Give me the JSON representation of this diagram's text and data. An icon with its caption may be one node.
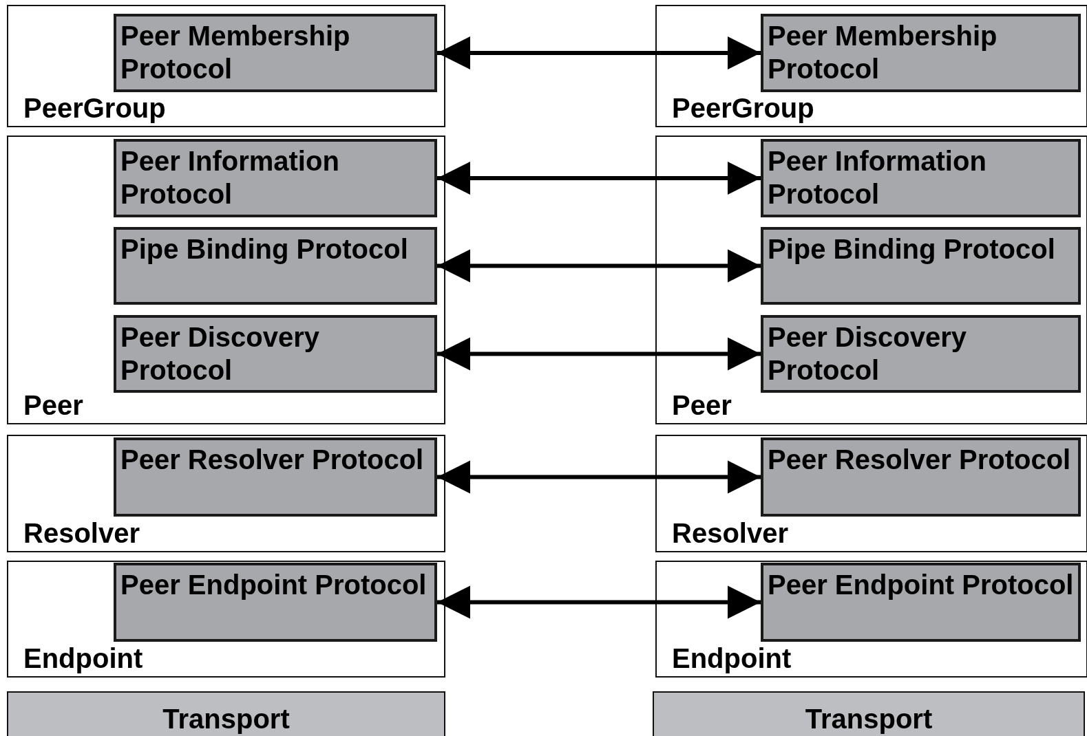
{
  "diagram": {
    "nodes": [
      {
        "text": [
          "PeerGroup"
        ]
      },
      {
        "text": [
          "Peer Membership Protocol"
        ],
        "in": 0
      },
      {
        "text": [
          "Peer"
        ]
      },
      {
        "text": [
          "Peer Information Protocol"
        ],
        "in": 2
      },
      {
        "text": [
          "Pipe Binding Protocol"
        ],
        "in": 2
      },
      {
        "text": [
          "Peer Discovery Protocol"
        ],
        "in": 2
      },
      {
        "text": [
          "Resolver"
        ]
      },
      {
        "text": [
          "Peer Resolver Protocol"
        ],
        "in": 6
      },
      {
        "text": [
          "Endpoint"
        ]
      },
      {
        "text": [
          "Peer Endpoint Protocol"
        ],
        "in": 8
      },
      {
        "text": [
          "Transport"
        ]
      },
      {
        "text": [
          "PeerGroup"
        ]
      },
      {
        "text": [
          "Peer Membership Protocol"
        ],
        "in": 11
      },
      {
        "text": [
          "Peer"
        ]
      },
      {
        "text": [
          "Peer Information Protocol"
        ],
        "in": 13
      },
      {
        "text": [
          "Pipe Binding Protocol"
        ],
        "in": 13
      },
      {
        "text": [
          "Peer Discovery Protocol"
        ],
        "in": 13
      },
      {
        "text": [
          "Resolver"
        ]
      },
      {
        "text": [
          "Peer Resolver Protocol"
        ],
        "in": 17
      },
      {
        "text": [
          "Endpoint"
        ]
      },
      {
        "text": [
          "Peer Endpoint Protocol"
        ],
        "in": 19
      },
      {
        "text": [
          "Transport"
        ]
      }
    ],
    "edges": [
      {
        "from": 1,
        "to": 12,
        "arrow": "both"
      },
      {
        "from": 3,
        "to": 14,
        "arrow": "both"
      },
      {
        "from": 4,
        "to": 15,
        "arrow": "both"
      },
      {
        "from": 5,
        "to": 16,
        "arrow": "both"
      },
      {
        "from": 7,
        "to": 18,
        "arrow": "both"
      },
      {
        "from": 9,
        "to": 20,
        "arrow": "both"
      }
    ]
  }
}
